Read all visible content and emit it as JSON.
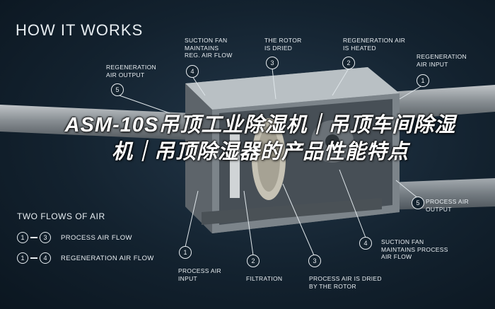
{
  "heading": "HOW IT WORKS",
  "overlay_title": "ASM-10S吊顶工业除湿机｜吊顶车间除湿机｜吊顶除湿器的产品性能特点",
  "legend": {
    "title": "TWO FLOWS OF AIR",
    "rows": [
      {
        "from": "1",
        "to": "3",
        "label": "PROCESS AIR FLOW"
      },
      {
        "from": "1",
        "to": "4",
        "label": "REGENERATION AIR FLOW"
      }
    ]
  },
  "top_callouts": [
    {
      "num": "5",
      "label": "REGENERATION\nAIR OUTPUT"
    },
    {
      "num": "4",
      "label": "SUCTION FAN\nMAINTAINS\nREG. AIR FLOW"
    },
    {
      "num": "3",
      "label": "THE ROTOR\nIS DRIED"
    },
    {
      "num": "2",
      "label": "REGENERATION AIR\nIS HEATED"
    },
    {
      "num": "1",
      "label": "REGENERATION\nAIR INPUT"
    }
  ],
  "bottom_callouts": [
    {
      "num": "1",
      "label": "PROCESS AIR\nINPUT"
    },
    {
      "num": "2",
      "label": "FILTRATION"
    },
    {
      "num": "3",
      "label": "PROCESS AIR IS DRIED\nBY THE ROTOR"
    },
    {
      "num": "4",
      "label": "SUCTION FAN\nMAINTAINS PROCESS\nAIR FLOW"
    },
    {
      "num": "5",
      "label": "PROCESS AIR\nOUTPUT"
    }
  ]
}
